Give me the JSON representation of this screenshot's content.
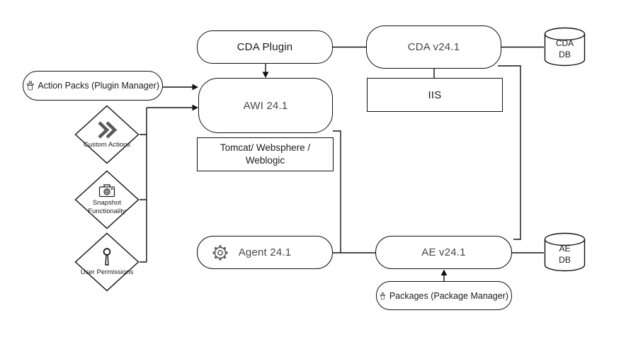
{
  "colors": {
    "background": "#ffffff",
    "line": "#111111",
    "title_gray": "#474747",
    "text_black": "#1a1a1a",
    "icon_gray": "#595959"
  },
  "nodes": {
    "cda_plugin": {
      "label": "CDA Plugin"
    },
    "cda": {
      "label": "CDA v24.1"
    },
    "cda_db": {
      "line1": "CDA",
      "line2": "DB"
    },
    "action_packs": {
      "label": "Action Packs (Plugin Manager)",
      "icon": "package-icon"
    },
    "awi": {
      "label": "AWI 24.1"
    },
    "iis": {
      "label": "IIS"
    },
    "tomcat": {
      "line1": "Tomcat/ Websphere /",
      "line2": "Weblogic"
    },
    "custom_actions": {
      "label": "Custom Actions",
      "icon": "double-chevron-icon"
    },
    "snapshot": {
      "line1": "Snapshot",
      "line2": "Functionality",
      "icon": "camera-icon"
    },
    "user_permissions": {
      "label": "User Permissions",
      "icon": "key-icon"
    },
    "agent": {
      "label": "Agent 24.1",
      "icon": "gear-icon"
    },
    "ae": {
      "label": "AE v24.1"
    },
    "ae_db": {
      "line1": "AE",
      "line2": "DB"
    },
    "packages": {
      "label": "Packages (Package Manager)",
      "icon": "package-icon"
    }
  }
}
